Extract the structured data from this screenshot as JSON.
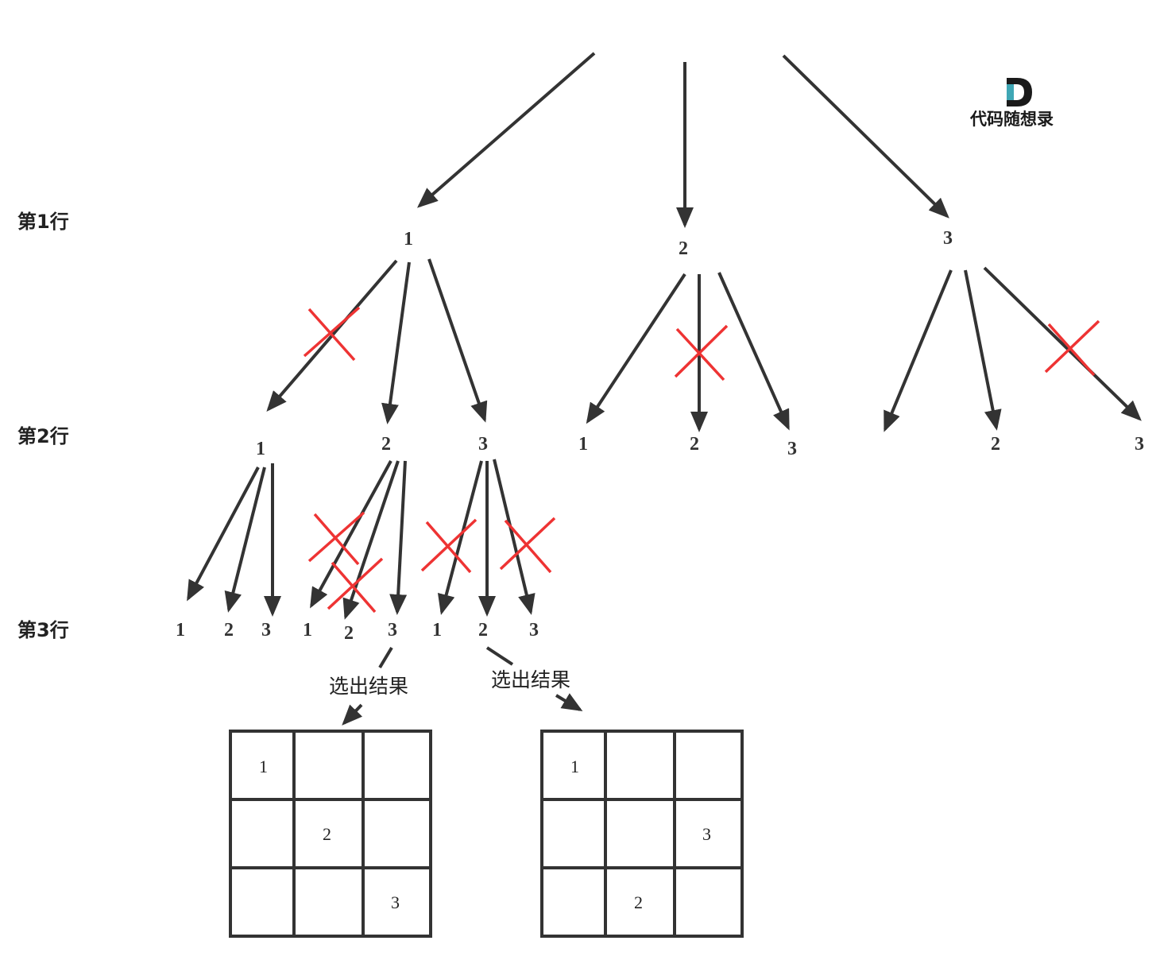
{
  "rows": [
    "第1行",
    "第2行",
    "第3行"
  ],
  "captions": [
    "选出结果",
    "选出结果"
  ],
  "logo": {
    "mark": "D",
    "text": "代码随想录",
    "accent": "#3fa7b5"
  },
  "colors": {
    "edge": "#333333",
    "cross": "#ee3333"
  },
  "level1": [
    "1",
    "2",
    "3"
  ],
  "level2": [
    "1",
    "2",
    "3",
    "1",
    "2",
    "3",
    "2",
    "3"
  ],
  "level3": [
    "1",
    "2",
    "3",
    "1",
    "2",
    "3",
    "1",
    "2",
    "3"
  ],
  "boards": [
    [
      [
        "1",
        "",
        ""
      ],
      [
        "",
        "2",
        ""
      ],
      [
        "",
        "",
        "3"
      ]
    ],
    [
      [
        "1",
        "",
        ""
      ],
      [
        "",
        "",
        "3"
      ],
      [
        "",
        "2",
        ""
      ]
    ]
  ]
}
